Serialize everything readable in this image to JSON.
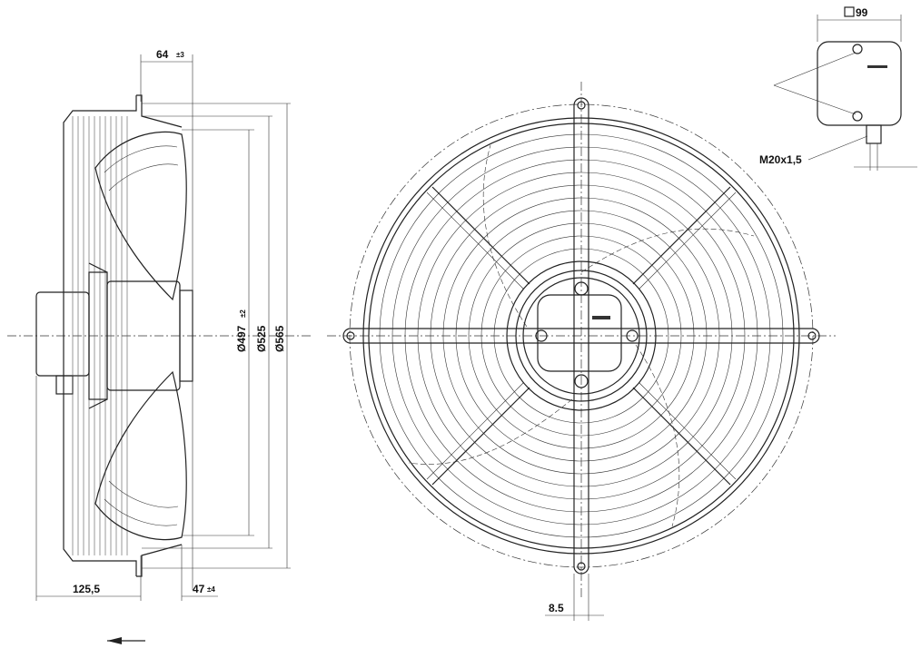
{
  "dimensions": {
    "offset_top": "64",
    "offset_top_tol": "±3",
    "dia_497": "Ø497",
    "dia_497_tol": "±2",
    "dia_525": "Ø525",
    "dia_565": "Ø565",
    "depth_left": "125,5",
    "depth_right": "47",
    "depth_right_tol": "±4",
    "slot_width": "8.5",
    "box_size": "99",
    "thread": "M20x1,5"
  },
  "colors": {
    "line": "#222222",
    "background": "#ffffff"
  },
  "icons": {
    "airflow": "left-arrow-icon",
    "box_square": "square-symbol-icon"
  }
}
